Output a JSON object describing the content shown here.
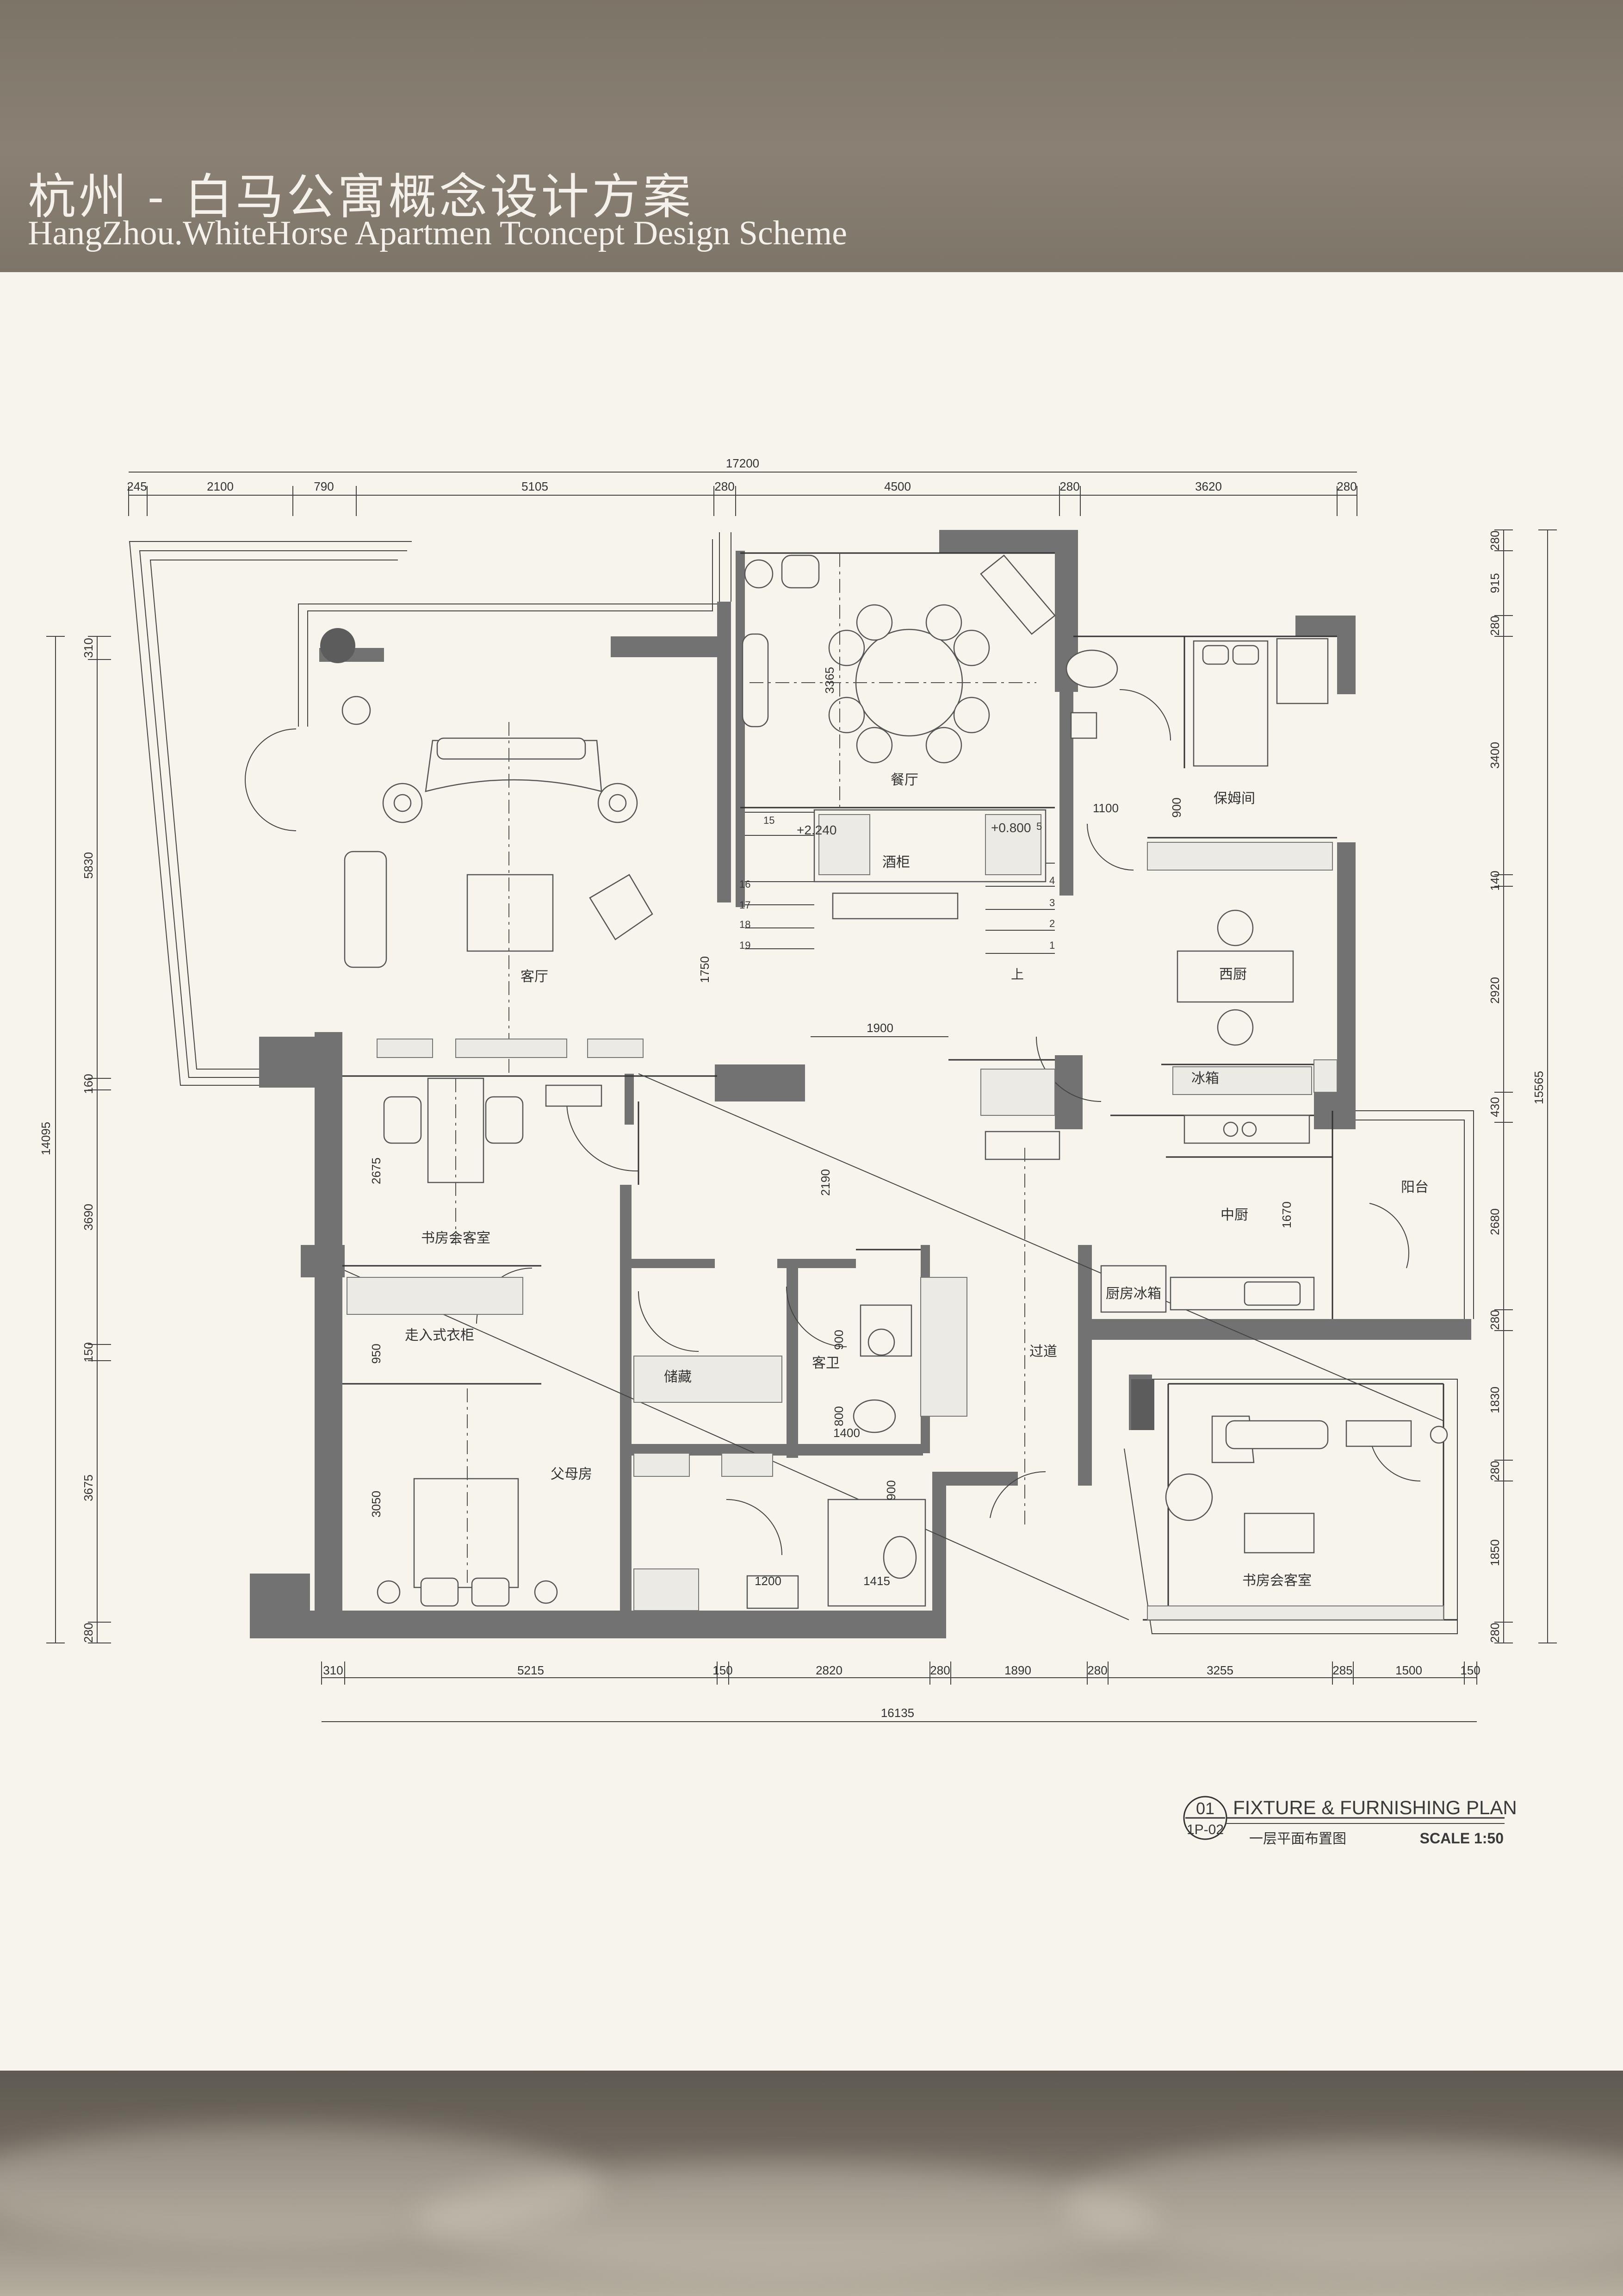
{
  "header": {
    "title_cn": "杭州 - 白马公寓概念设计方案",
    "title_en": "HangZhou.WhiteHorse Apartmen Tconcept Design Scheme"
  },
  "colors": {
    "header_band": "#857c70",
    "page_bg": "#f7f4ed",
    "wall_fill": "#727272",
    "line": "#333333"
  },
  "dimensions": {
    "top_total": "17200",
    "top": [
      "245",
      "2100",
      "790",
      "5105",
      "280",
      "4500",
      "280",
      "3620",
      "280"
    ],
    "bottom_total": "16135",
    "bottom": [
      "310",
      "5215",
      "150",
      "2820",
      "280",
      "1890",
      "280",
      "3255",
      "285",
      "1500",
      "150"
    ],
    "left_total": "14095",
    "left": [
      "310",
      "5830",
      "160",
      "3690",
      "150",
      "3675",
      "280"
    ],
    "right_total": "15565",
    "right": [
      "280",
      "915",
      "280",
      "3400",
      "140",
      "2920",
      "430",
      "2680",
      "280",
      "1830",
      "280",
      "1850",
      "280"
    ],
    "interior": [
      "1750",
      "1900",
      "2190",
      "2675",
      "950",
      "3050",
      "900",
      "800",
      "1400",
      "900",
      "1415",
      "1100",
      "900",
      "1670",
      "3365",
      "1200"
    ]
  },
  "rooms": {
    "living": "客厅",
    "dining": "餐厅",
    "wine_cabinet": "酒柜",
    "nanny": "保姆间",
    "western_kitchen": "西厨",
    "fridge": "冰箱",
    "chinese_kitchen": "中厨",
    "balcony": "阳台",
    "kitchen_fridge": "厨房冰箱",
    "corridor": "过道",
    "study_left": "书房会客室",
    "walk_in_closet": "走入式衣柜",
    "storage": "储藏",
    "guest_bath": "客卫",
    "parents_room": "父母房",
    "study_right": "书房会客室"
  },
  "levels": {
    "upper": "+2.240",
    "lower": "+0.800",
    "up_mark": "上"
  },
  "stairs": {
    "left": [
      "15",
      "16",
      "17",
      "18",
      "19"
    ],
    "right": [
      "5",
      "4",
      "3",
      "2",
      "1"
    ]
  },
  "title_block": {
    "number": "01",
    "sheet": "1P-02",
    "title_en": "FIXTURE & FURNISHING PLAN",
    "title_cn": "一层平面布置图",
    "scale": "SCALE 1:50"
  },
  "footer": {
    "watermark": ""
  }
}
